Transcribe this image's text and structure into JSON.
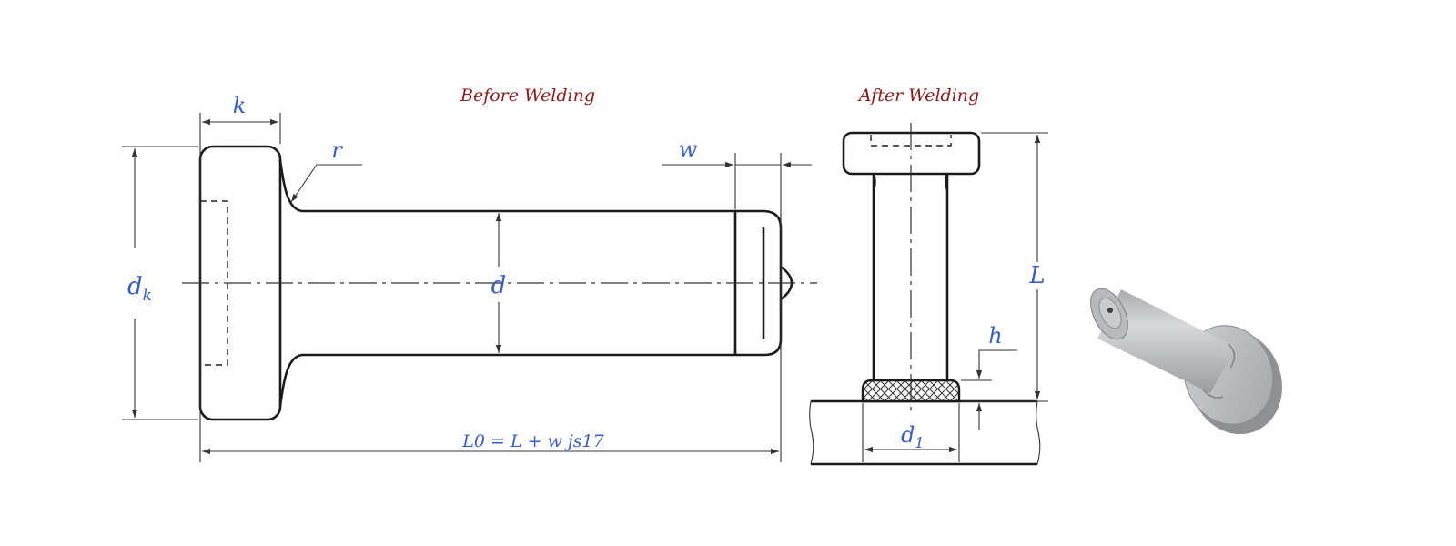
{
  "titles": {
    "before": "Before Welding",
    "after": "After Welding"
  },
  "labels": {
    "k": "k",
    "r": "r",
    "w": "w",
    "dk_main": "d",
    "dk_sub": "k",
    "d": "d",
    "length_formula": "L0 = L + w js17",
    "L": "L",
    "h": "h",
    "d1_main": "d",
    "d1_sub": "1"
  },
  "colors": {
    "dimension_text": "#3a5fc4",
    "title_text": "#8b1a1a",
    "outline": "#1a1a1a",
    "render_body": "#c4c6c9"
  }
}
